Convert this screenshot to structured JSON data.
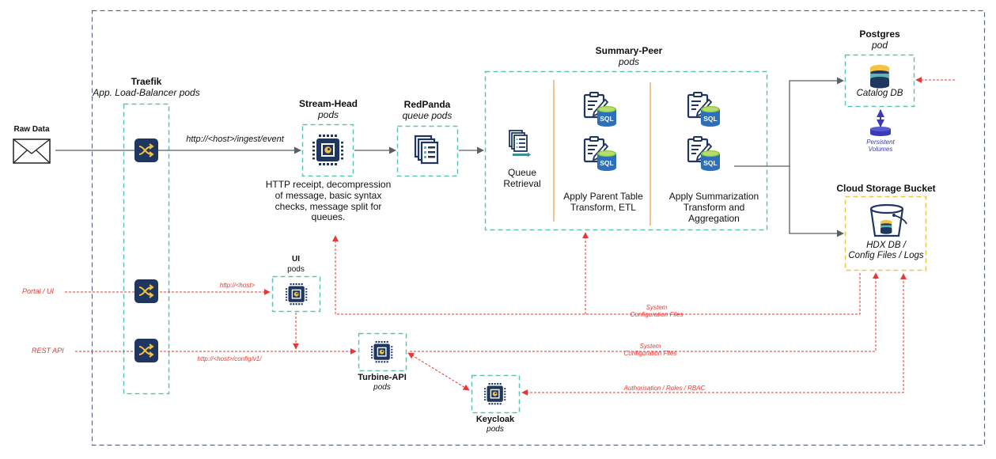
{
  "colors": {
    "frame": "#5a6683",
    "pod_box": "#5fc2b3",
    "storage_box": "#f5c242",
    "divider": "#f2c48f",
    "flow_line": "#5a5f66",
    "config_line": "#e53935",
    "icon_navy": "#1f3660",
    "icon_gold": "#f2c240",
    "icon_teal": "#5fb8ad",
    "volume_blue": "#3a3ab8"
  },
  "inputs": {
    "raw_data": "Raw Data",
    "portal_ui": "Portal / UI",
    "rest_api": "REST API"
  },
  "traefik": {
    "title": "Traefik",
    "subtitle": "App. Load-Balancer pods",
    "icon": "shuffle-icon"
  },
  "stream_head": {
    "title": "Stream-Head",
    "subtitle": "pods",
    "icon": "cpu-chip-icon",
    "ingest_url": "http://<host>/ingest/event",
    "description": [
      "HTTP receipt, decompression",
      "of message, basic syntax",
      "checks, message split for",
      "queues."
    ]
  },
  "redpanda": {
    "title": "RedPanda",
    "subtitle": "queue pods",
    "icon": "documents-stack-icon"
  },
  "summary_peer": {
    "title": "Summary-Peer",
    "subtitle": "pods",
    "queue_retrieval": [
      "Queue",
      "Retrieval"
    ],
    "parent_transform": [
      "Apply Parent Table",
      "Transform, ETL"
    ],
    "summarization": [
      "Apply Summarization",
      "Transform and",
      "Aggregation"
    ],
    "sql_label": "SQL"
  },
  "postgres": {
    "title": "Postgres",
    "subtitle": "pod",
    "db_label": "Catalog DB",
    "volumes_label": [
      "Persistent",
      "Volumes"
    ]
  },
  "cloud_storage": {
    "title": "Cloud  Storage Bucket",
    "content": [
      "HDX DB /",
      "Config Files / Logs"
    ]
  },
  "ui": {
    "title": "UI",
    "subtitle": "pods",
    "url": "http://<host>"
  },
  "turbine_api": {
    "title": "Turbine-API",
    "subtitle": "pods",
    "url": "http://<host>/config/v1/"
  },
  "keycloak": {
    "title": "Keycloak",
    "subtitle": "pods"
  },
  "edge_labels": {
    "sys_config_1": [
      "System",
      "Configuration Files"
    ],
    "sys_config_2": [
      "System",
      "Configuration Files"
    ],
    "auth": "Authorisation / Roles / RBAC"
  }
}
